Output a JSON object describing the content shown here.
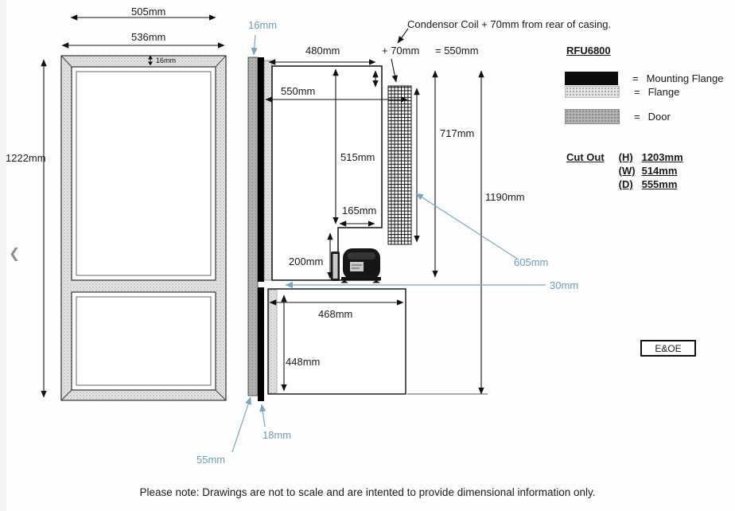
{
  "model": "RFU6800",
  "front_view": {
    "inner_width": "505mm",
    "outer_width": "536mm",
    "height": "1222mm",
    "frame_thickness": "16mm"
  },
  "side_view": {
    "flange_offset_blue": "16mm",
    "casing_depth": "480mm",
    "coil_offset": "+ 70mm",
    "total_depth": "= 550mm",
    "depth_550": "550mm",
    "height_515": "515mm",
    "recess_165": "165mm",
    "recess_200": "200mm",
    "coil_span_717": "717mm",
    "overall_1190": "1190mm",
    "lower_width_468": "468mm",
    "lower_height_448": "448mm",
    "coil_605_blue": "605mm",
    "gap_30_blue": "30mm",
    "flange_18_blue": "18mm",
    "door_55_blue": "55mm"
  },
  "annotations": {
    "condensor_note": "Condensor Coil + 70mm from rear of casing."
  },
  "legend": {
    "equals": "=",
    "mounting_flange": "Mounting Flange",
    "flange": "Flange",
    "door": "Door"
  },
  "cut_out": {
    "title": "Cut Out",
    "rows": [
      {
        "key": "(H)",
        "value": "1203mm"
      },
      {
        "key": "(W)",
        "value": "514mm"
      },
      {
        "key": "(D)",
        "value": "555mm"
      }
    ]
  },
  "eoe": "E&OE",
  "footer": "Please note: Drawings are not to scale and are intented to provide dimensional information only.",
  "nav": {
    "prev": "❮"
  }
}
